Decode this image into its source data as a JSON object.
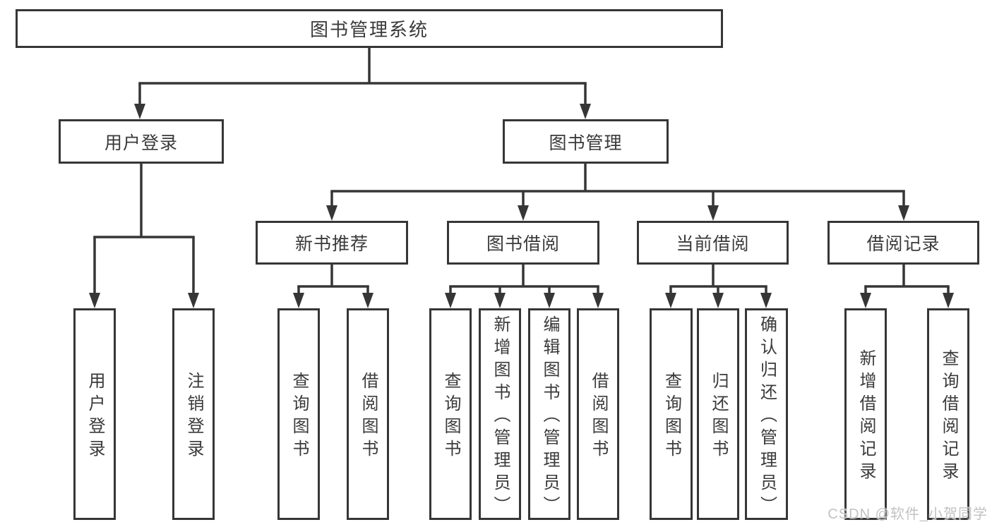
{
  "diagram": {
    "root": {
      "label": "图书管理系统"
    },
    "branches": [
      {
        "label": "用户登录",
        "children": [
          {
            "label": "用户登录"
          },
          {
            "label": "注销登录"
          }
        ]
      },
      {
        "label": "图书管理",
        "children": [
          {
            "label": "新书推荐",
            "children": [
              {
                "label": "查询图书"
              },
              {
                "label": "借阅图书"
              }
            ]
          },
          {
            "label": "图书借阅",
            "children": [
              {
                "label": "查询图书"
              },
              {
                "label": "新增图书（管理员）"
              },
              {
                "label": "编辑图书（管理员）"
              },
              {
                "label": "借阅图书"
              }
            ]
          },
          {
            "label": "当前借阅",
            "children": [
              {
                "label": "查询图书"
              },
              {
                "label": "归还图书"
              },
              {
                "label": "确认归还（管理员）"
              }
            ]
          },
          {
            "label": "借阅记录",
            "children": [
              {
                "label": "新增借阅记录"
              },
              {
                "label": "查询借阅记录"
              }
            ]
          }
        ]
      }
    ]
  },
  "watermark": {
    "label": "CSDN @软件_小贺同学",
    "color": "#c2c2c2"
  },
  "colors": {
    "line": "#363636",
    "text": "#3a3a3a",
    "node_background": "#ffffff",
    "page_background": "#ffffff"
  }
}
